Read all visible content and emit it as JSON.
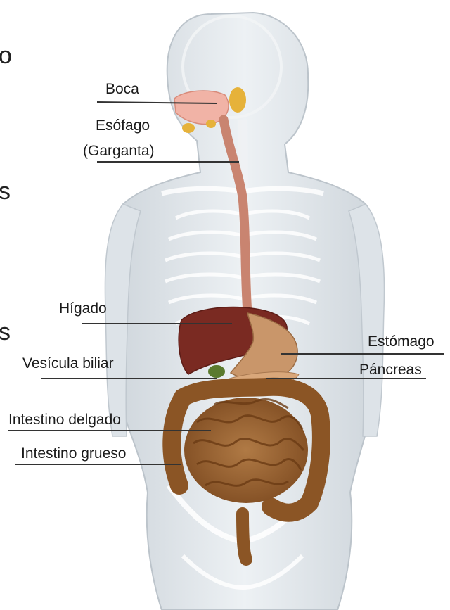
{
  "labels": {
    "boca": "Boca",
    "esofago": "Esófago",
    "garganta": "(Garganta)",
    "higado": "Hígado",
    "estomago": "Estómago",
    "vesicula": "Vesícula biliar",
    "pancreas": "Páncreas",
    "intestino_delgado": "Intestino delgado",
    "intestino_grueso": "Intestino grueso"
  },
  "edge_text": {
    "top": "o",
    "middle": "s",
    "lower": "s"
  },
  "colors": {
    "body_fill": "#e3e8ec",
    "bone": "#f4f6f8",
    "liver": "#7a2a22",
    "stomach": "#c9966a",
    "esophagus": "#c97f6c",
    "intestine": "#9a6330",
    "line": "#333333"
  }
}
